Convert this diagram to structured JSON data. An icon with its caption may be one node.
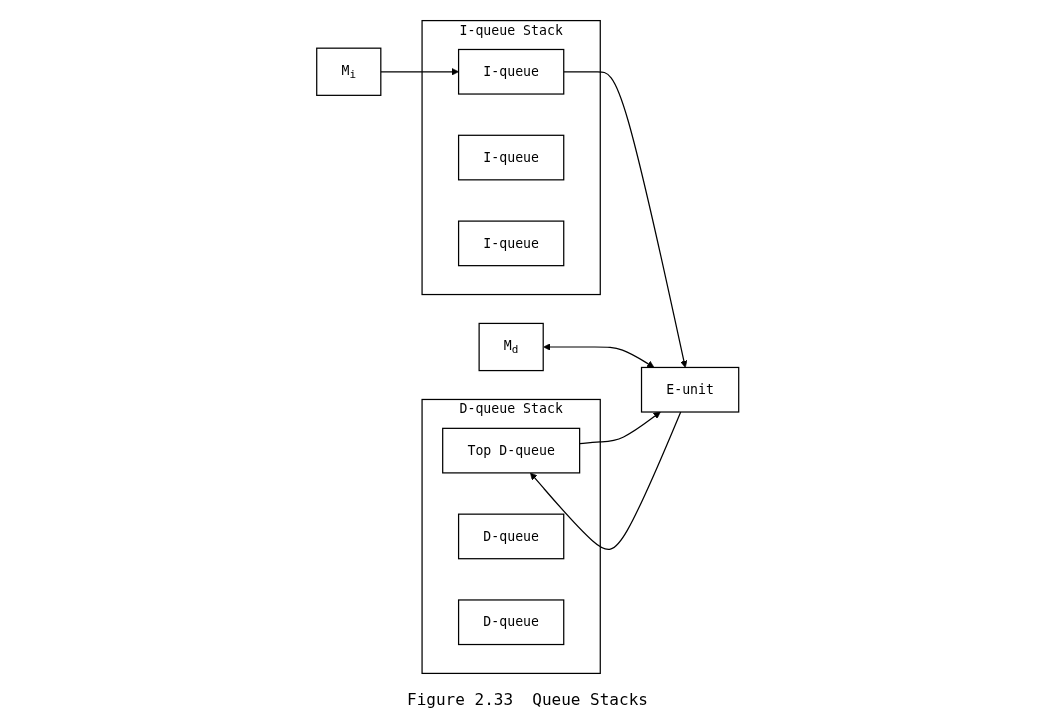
{
  "diagram": {
    "caption": "Figure 2.33  Queue Stacks",
    "nodes": [
      {
        "text": [
          "D-queue Stack"
        ]
      },
      {
        "text": [
          "Top D-queue"
        ],
        "in": 0
      },
      {
        "text": [
          "D-queue"
        ],
        "in": 0
      },
      {
        "text": [
          "D-queue"
        ],
        "in": 0
      },
      {
        "text": [
          "M$_{d}$"
        ]
      },
      {
        "text": [
          "E-unit"
        ]
      },
      {
        "text": [
          "I-queue Stack"
        ]
      },
      {
        "text": [
          "I-queue"
        ],
        "in": 6
      },
      {
        "text": [
          "I-queue"
        ],
        "in": 6
      },
      {
        "text": [
          "I-queue"
        ],
        "in": 6
      },
      {
        "text": [
          "M$_{i}$"
        ]
      }
    ],
    "edges": [
      {
        "from": 1,
        "to": 5,
        "arrow": "to"
      },
      {
        "from": 4,
        "to": 5,
        "arrow": "both"
      },
      {
        "from": 7,
        "to": 5,
        "arrow": "to"
      },
      {
        "from": 10,
        "to": 7,
        "arrow": "to"
      },
      {
        "from": 5,
        "to": 1,
        "arrow": "to"
      }
    ]
  }
}
